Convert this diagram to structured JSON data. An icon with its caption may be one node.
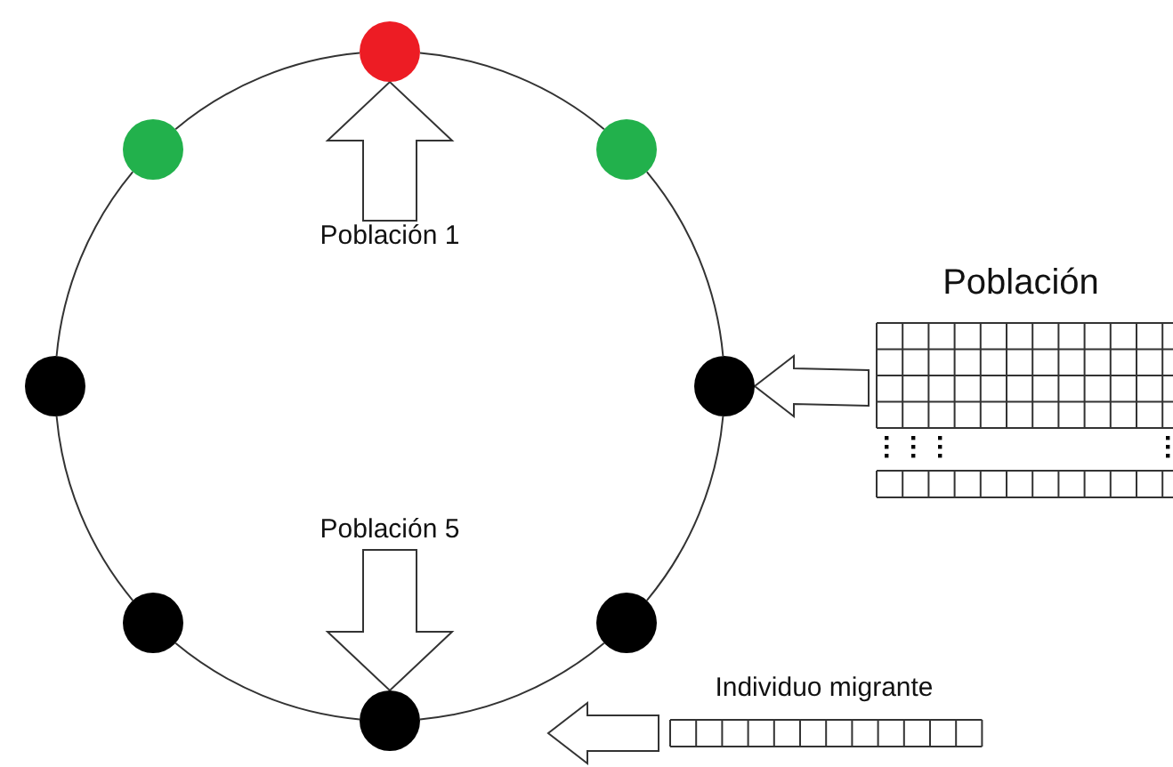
{
  "diagram": {
    "nodes": [
      {
        "text": [],
        "shape": "circle"
      },
      {
        "text": [],
        "shape": "circle"
      },
      {
        "text": [],
        "shape": "circle"
      },
      {
        "text": [],
        "shape": "circle"
      },
      {
        "text": [],
        "shape": "circle"
      },
      {
        "text": [],
        "shape": "circle"
      },
      {
        "text": [],
        "shape": "circle"
      },
      {
        "text": [],
        "shape": "circle"
      },
      {
        "text": [
          "Población 1"
        ]
      },
      {
        "text": [
          "Población 5"
        ]
      },
      {
        "text": [
          "Población"
        ]
      },
      {
        "text": [
          "Individuo migrante"
        ]
      }
    ],
    "edges": [
      {
        "from": 0,
        "to": 2,
        "arrow": "none"
      },
      {
        "from": 2,
        "to": 4,
        "arrow": "none"
      },
      {
        "from": 4,
        "to": 6,
        "arrow": "none"
      },
      {
        "from": 6,
        "to": 7,
        "arrow": "none"
      },
      {
        "from": 7,
        "to": 5,
        "arrow": "none"
      },
      {
        "from": 5,
        "to": 3,
        "arrow": "none"
      },
      {
        "from": 3,
        "to": 1,
        "arrow": "none"
      },
      {
        "from": 1,
        "to": 0,
        "arrow": "none"
      },
      {
        "from": 8,
        "to": 0,
        "arrow": "to"
      },
      {
        "from": 9,
        "to": 7,
        "arrow": "to"
      },
      {
        "from": 10,
        "to": 4,
        "arrow": "to"
      },
      {
        "from": 11,
        "to": null,
        "arrow": "to"
      }
    ]
  }
}
